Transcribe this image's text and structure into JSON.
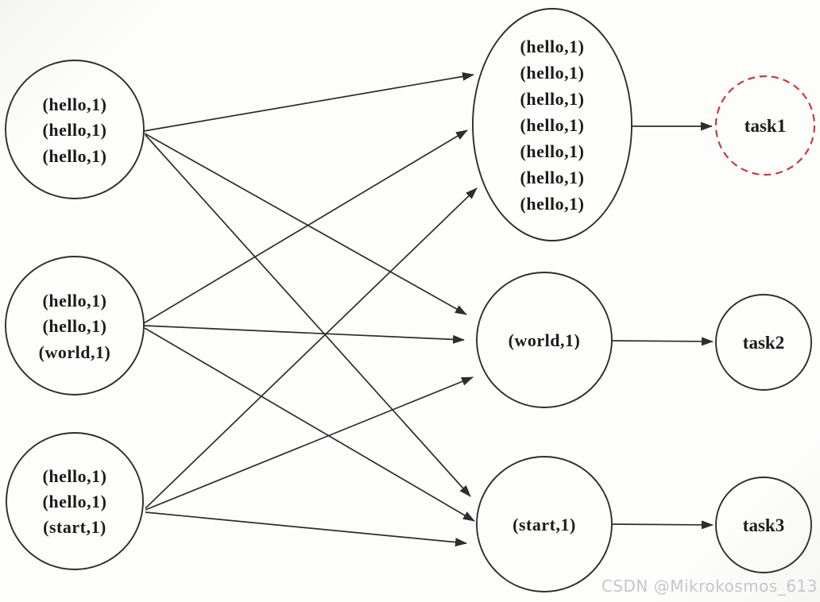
{
  "colors": {
    "line": "#2d2d2d",
    "task1_stroke": "#c83a44",
    "watermark": "#c6c6ca",
    "background": "#fbfbfa"
  },
  "diagram": {
    "sources": [
      {
        "lines": [
          "(hello,1)",
          "(hello,1)",
          "(hello,1)"
        ]
      },
      {
        "lines": [
          "(hello,1)",
          "(hello,1)",
          "(world,1)"
        ]
      },
      {
        "lines": [
          "(hello,1)",
          "(hello,1)",
          "(start,1)"
        ]
      }
    ],
    "groups": {
      "hello": {
        "lines": [
          "(hello,1)",
          "(hello,1)",
          "(hello,1)",
          "(hello,1)",
          "(hello,1)",
          "(hello,1)",
          "(hello,1)"
        ]
      },
      "world": {
        "label": "(world,1)"
      },
      "start": {
        "label": "(start,1)"
      }
    },
    "tasks": [
      {
        "label": "task1"
      },
      {
        "label": "task2"
      },
      {
        "label": "task3"
      }
    ]
  },
  "watermark": "CSDN @Mikrokosmos_613"
}
